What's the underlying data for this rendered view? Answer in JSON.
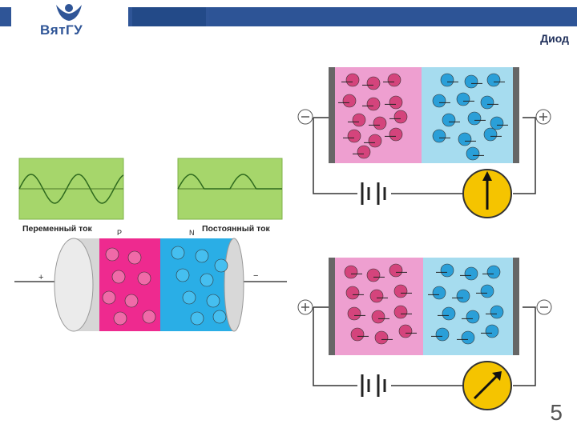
{
  "header": {
    "logo_text": "ВятГУ",
    "title": "Диод"
  },
  "figure": {
    "left_graph_caption": "Переменный ток",
    "right_graph_caption": "Постоянный ток",
    "p_label": "P",
    "n_label": "N",
    "plus_symbol": "+",
    "minus_symbol": "−"
  },
  "footer": {
    "page_number": "5"
  },
  "colors": {
    "bar": "#2f5597",
    "p_region": "#ee9fd0",
    "n_region": "#a6dcef",
    "hole": "#d4447c",
    "electron": "#2a9fd8",
    "graph_bg": "#a6d66b",
    "meter": "#f5c400"
  }
}
